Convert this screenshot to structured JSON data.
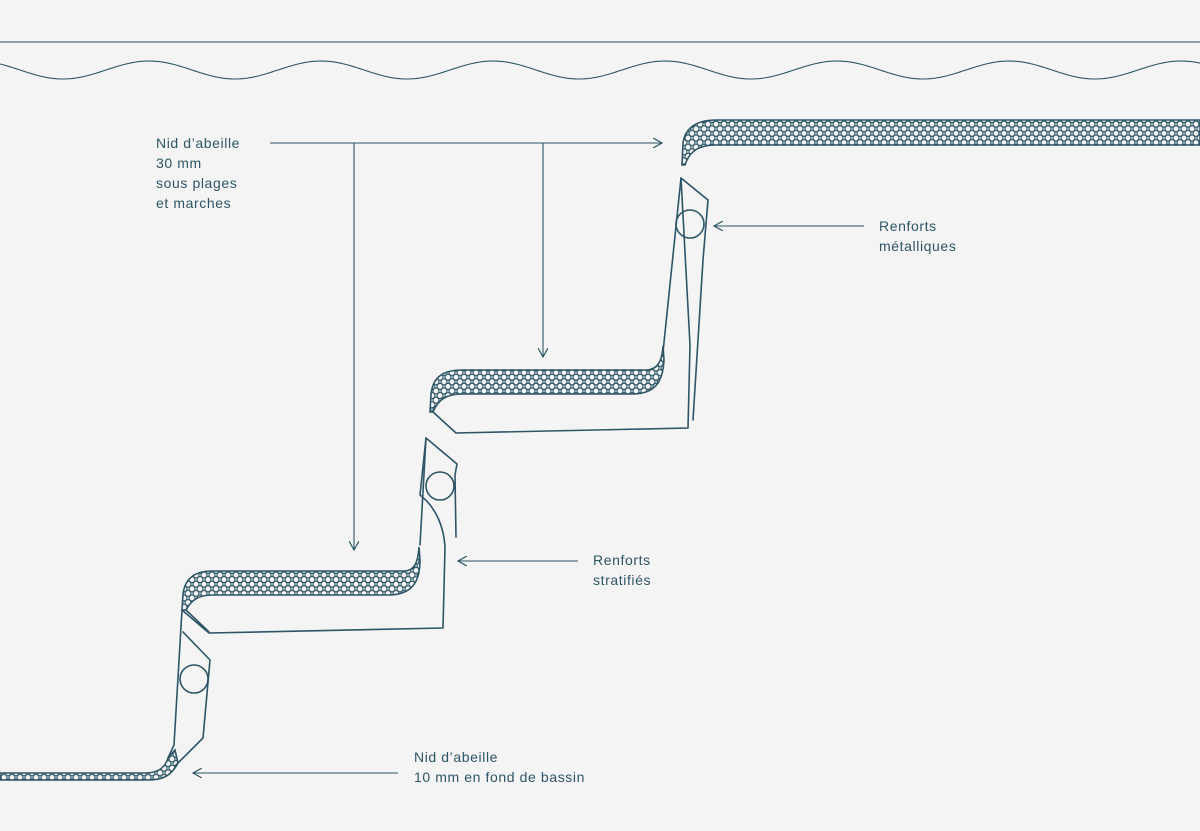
{
  "colors": {
    "background": "#f4f4f4",
    "line": "#2d5566"
  },
  "labels": {
    "honeycomb_30": [
      "Nid d’abeille",
      "30 mm",
      "sous plages",
      "et marches"
    ],
    "metal_reinforcements": [
      "Renforts",
      "métalliques"
    ],
    "laminated_reinforcements": [
      "Renforts",
      "stratifiés"
    ],
    "honeycomb_10": [
      "Nid d’abeille",
      "10 mm en fond de bassin"
    ]
  }
}
